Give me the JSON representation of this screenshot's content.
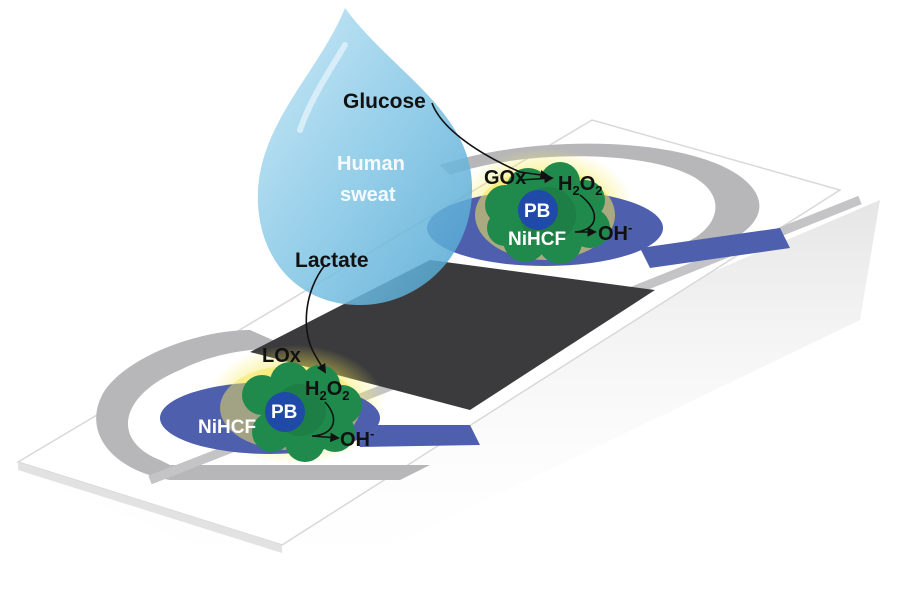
{
  "labels": {
    "glucose": "Glucose",
    "human_sweat_line1": "Human",
    "human_sweat_line2": "sweat",
    "lactate": "Lactate",
    "gox": "GOx",
    "lox": "LOx",
    "h2o2_main": "H",
    "h2o2_sub1": "2",
    "h2o2_o": "O",
    "h2o2_sub2": "2",
    "oh_main": "OH",
    "oh_sup": "-",
    "pb": "PB",
    "nihcf": "NiHCF"
  },
  "colors": {
    "sweat_drop": "#7fc6e6",
    "electrode_blue": "#4e5fae",
    "enzyme_green": "#1f8a4c",
    "pb_blue": "#1f4aa8",
    "glow_yellow": "#f5e65a",
    "dark_pad": "#3b3b3d",
    "trace_grey": "#b5b5b7"
  }
}
